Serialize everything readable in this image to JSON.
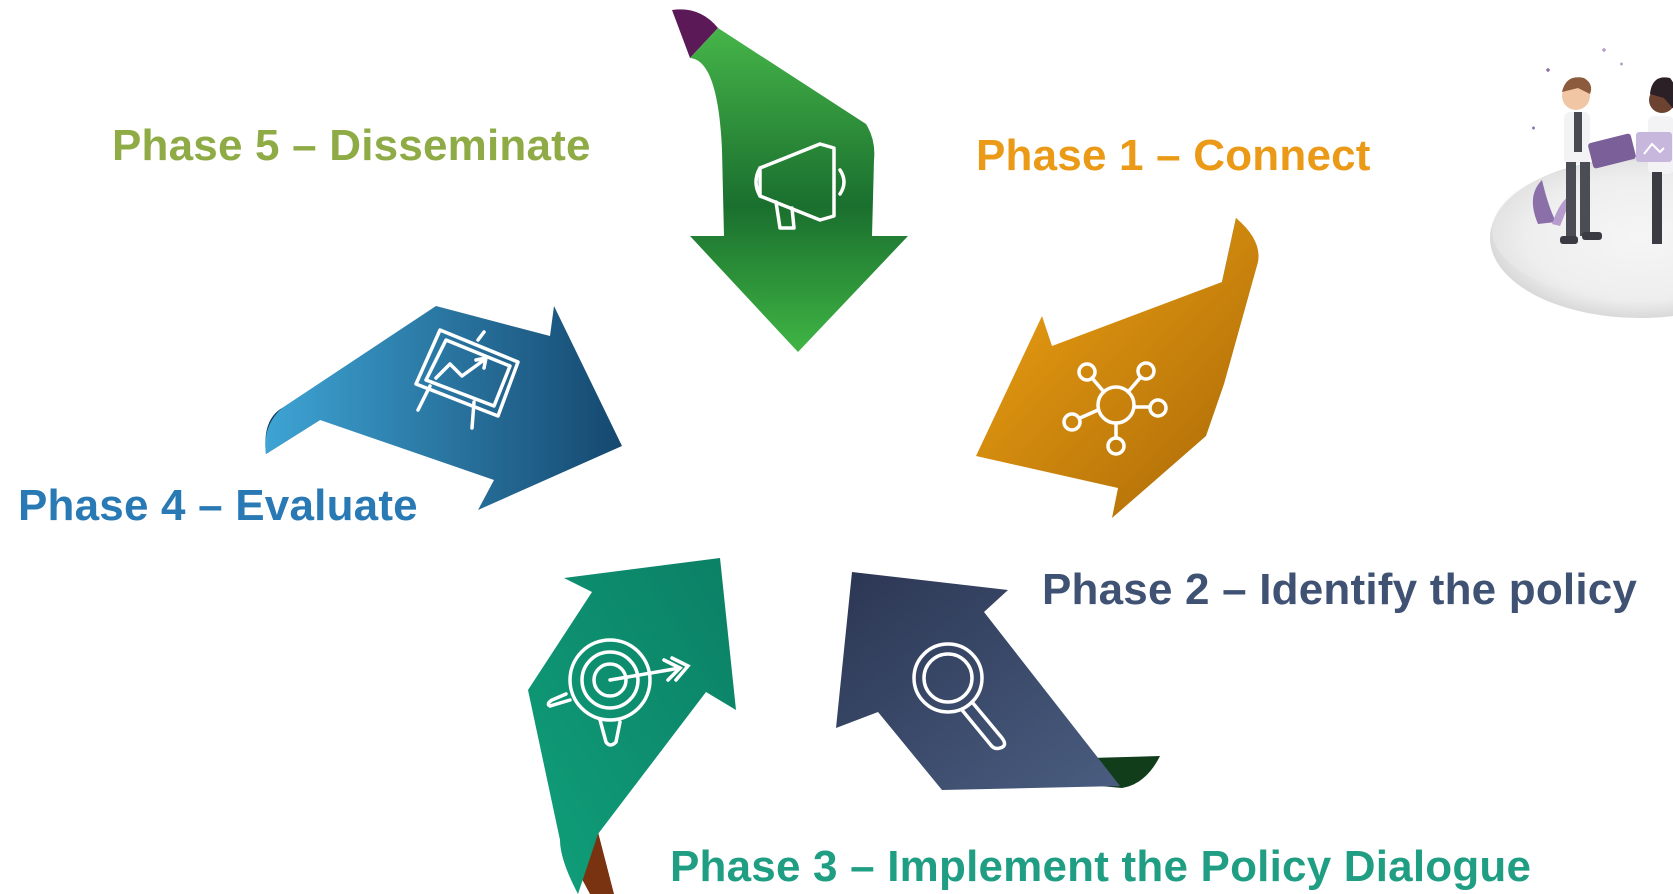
{
  "phases": [
    {
      "id": 1,
      "label": "Phase 1 – Connect",
      "color": "#ea9a17",
      "icon": "network-hub-icon"
    },
    {
      "id": 2,
      "label": "Phase 2 – Identify the policy",
      "color": "#3f5273",
      "icon": "magnifier-icon"
    },
    {
      "id": 3,
      "label": "Phase 3 – Implement the Policy Dialogue",
      "color": "#1f9e83",
      "icon": "target-dart-icon"
    },
    {
      "id": 4,
      "label": "Phase 4 – Evaluate",
      "color": "#2979b5",
      "icon": "chart-easel-icon"
    },
    {
      "id": 5,
      "label": "Phase 5 – Disseminate",
      "color": "#8fab46",
      "icon": "megaphone-icon"
    }
  ],
  "arrow_colors": {
    "phase1": [
      "#f0a012",
      "#a86806"
    ],
    "phase2": [
      "#47597a",
      "#2a3550"
    ],
    "phase3": [
      "#0e9a76",
      "#0a7c63"
    ],
    "phase4": [
      "#3a9fcf",
      "#174c78"
    ],
    "phase5": [
      "#46b549",
      "#176a2b"
    ]
  },
  "illustration": "two-people-presenting-illustration"
}
